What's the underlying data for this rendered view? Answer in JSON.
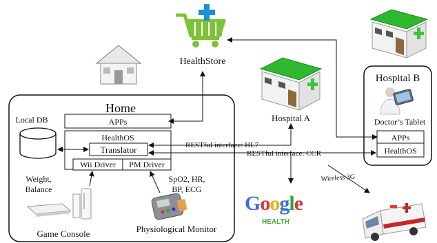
{
  "healthstore": {
    "label": "HealthStore"
  },
  "home": {
    "title": "Home",
    "local_db": "Local DB",
    "apps": "APPs",
    "healthos": "HealthOS",
    "translator": "Translator",
    "wii_driver": "Wii Driver",
    "pm_driver": "PM Driver",
    "weight_line1": "Weight,",
    "weight_line2": "Balance",
    "game_console": "Game Console",
    "spo2_line1": "SpO2, HR,",
    "spo2_line2": "BP, ECG",
    "physio_monitor": "Physiological Monitor"
  },
  "hospital_a": {
    "label": "Hospital A"
  },
  "hospital_b": {
    "title": "Hospital B",
    "tablet": "Doctor’s Tablet",
    "apps": "APPs",
    "healthos": "HealthOS"
  },
  "links": {
    "rest_hl7": "RESTful interface: HL7",
    "rest_ccr": "RESTful interface: CCR",
    "wireless": "Wireless 3G"
  },
  "google_health": {
    "logo": "Google",
    "sub": "HEALTH"
  },
  "colors": {
    "roof_green": "#2fb82f",
    "wall": "#f2f2f2",
    "door": "#8a6a3a",
    "cross_green": "#3cc43c",
    "cart_green": "#7fc23a",
    "cart_blue": "#1f8fd6"
  }
}
